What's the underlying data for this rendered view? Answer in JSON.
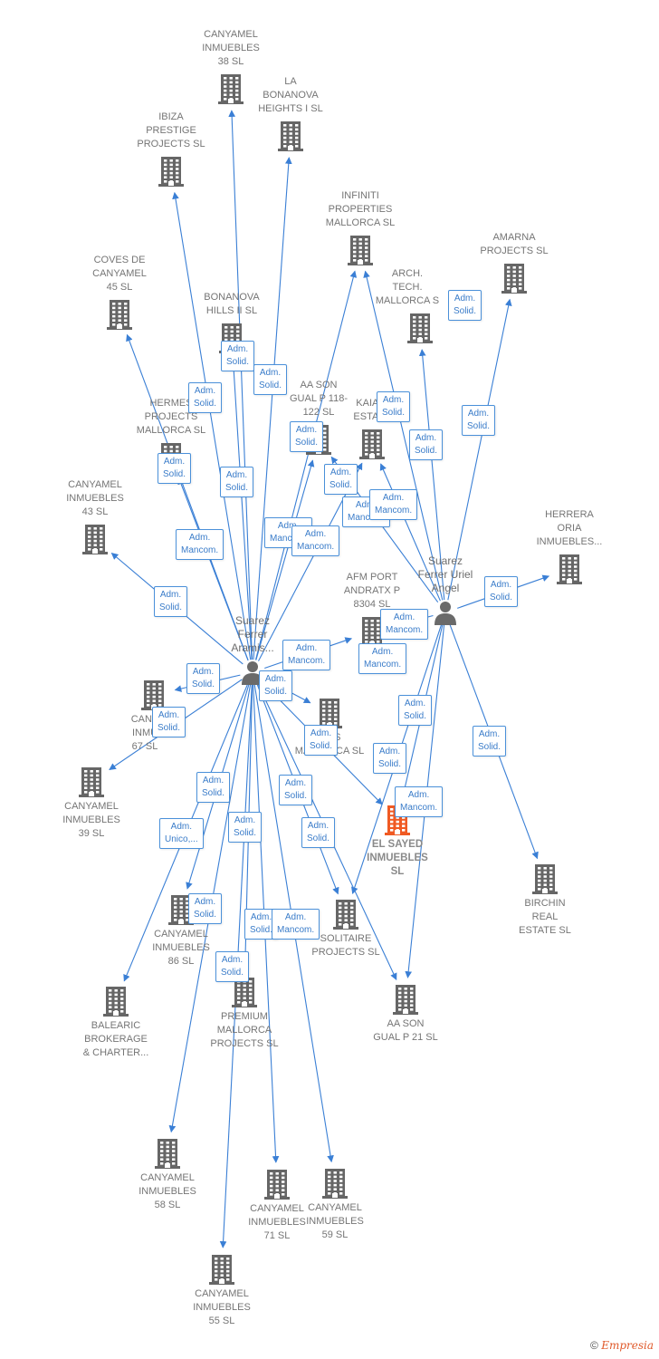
{
  "colors": {
    "edge": "#3a7fd5",
    "building": "#666666",
    "focus": "#f05a23",
    "person": "#6a6a6a",
    "badge_border": "#4a90d9"
  },
  "nodes": [
    {
      "id": "cay38",
      "type": "company",
      "label": "CANYAMEL\nINMUEBLES\n38 SL",
      "icon": "building-icon"
    },
    {
      "id": "bonanova1",
      "type": "company",
      "label": "LA\nBONANOVA\nHEIGHTS I  SL",
      "icon": "building-icon"
    },
    {
      "id": "ibiza",
      "type": "company",
      "label": "IBIZA\nPRESTIGE\nPROJECTS  SL",
      "icon": "building-icon"
    },
    {
      "id": "infiniti",
      "type": "company",
      "label": "INFINITI\nPROPERTIES\nMALLORCA  SL",
      "icon": "building-icon"
    },
    {
      "id": "amarna",
      "type": "company",
      "label": "AMARNA\nPROJECTS  SL",
      "icon": "building-icon"
    },
    {
      "id": "coves",
      "type": "company",
      "label": "COVES DE\nCANYAMEL\n45 SL",
      "icon": "building-icon"
    },
    {
      "id": "bonanova2",
      "type": "company",
      "label": "BONANOVA\nHILLS II  SL",
      "icon": "building-icon"
    },
    {
      "id": "arch",
      "type": "company",
      "label": "ARCH.\nTECH.\nMALLORCA S",
      "icon": "building-icon"
    },
    {
      "id": "aason118",
      "type": "company",
      "label": "AA SON\nGUAL P 118-\n122  SL",
      "icon": "building-icon"
    },
    {
      "id": "kaia",
      "type": "company",
      "label": "KAIA R\nESTATE",
      "icon": "building-icon"
    },
    {
      "id": "hermes",
      "type": "company",
      "label": "HERMES\nPROJECTS\nMALLORCA  SL",
      "icon": "building-icon"
    },
    {
      "id": "cay43",
      "type": "company",
      "label": "CANYAMEL\nINMUEBLES\n43 SL",
      "icon": "building-icon"
    },
    {
      "id": "herrera",
      "type": "company",
      "label": "HERRERA\nORIA\nINMUEBLES...",
      "icon": "building-icon"
    },
    {
      "id": "afm",
      "type": "company",
      "label": "AFM PORT\nANDRATX P\n8304  SL",
      "icon": "building-icon"
    },
    {
      "id": "cay67",
      "type": "company",
      "label": "CANY\nINMU\n67 SL",
      "icon": "building-icon"
    },
    {
      "id": "rpm",
      "type": "company",
      "label": "R      TS\nMALLORCA  SL",
      "icon": "building-icon"
    },
    {
      "id": "cay39",
      "type": "company",
      "label": "CANYAMEL\nINMUEBLES\n39 SL",
      "icon": "building-icon"
    },
    {
      "id": "elsayed",
      "type": "company",
      "label": "EL  SAYED\nINMUEBLES\nSL",
      "icon": "building-icon",
      "focus": true
    },
    {
      "id": "birchin",
      "type": "company",
      "label": "BIRCHIN\nREAL\nESTATE  SL",
      "icon": "building-icon"
    },
    {
      "id": "cay86",
      "type": "company",
      "label": "CANYAMEL\nINMUEBLES\n86 SL",
      "icon": "building-icon"
    },
    {
      "id": "solitaire",
      "type": "company",
      "label": "SOLITAIRE\nPROJECTS  SL",
      "icon": "building-icon"
    },
    {
      "id": "balearic",
      "type": "company",
      "label": "BALEARIC\nBROKERAGE\n& CHARTER...",
      "icon": "building-icon"
    },
    {
      "id": "premium",
      "type": "company",
      "label": "PREMIUM\nMALLORCA\nPROJECTS  SL",
      "icon": "building-icon"
    },
    {
      "id": "aason21",
      "type": "company",
      "label": "AA SON\nGUAL P 21  SL",
      "icon": "building-icon"
    },
    {
      "id": "cay58",
      "type": "company",
      "label": "CANYAMEL\nINMUEBLES\n58 SL",
      "icon": "building-icon"
    },
    {
      "id": "cay71",
      "type": "company",
      "label": "CANYAMEL\nINMUEBLES\n71 SL",
      "icon": "building-icon"
    },
    {
      "id": "cay59",
      "type": "company",
      "label": "CANYAMEL\nINMUEBLES\n59 SL",
      "icon": "building-icon"
    },
    {
      "id": "cay55",
      "type": "company",
      "label": "CANYAMEL\nINMUEBLES\n55 SL",
      "icon": "building-icon"
    },
    {
      "id": "aramis",
      "type": "person",
      "label": "Suarez\nFerrer\nAramis...",
      "icon": "person-icon"
    },
    {
      "id": "uriel",
      "type": "person",
      "label": "Suarez\nFerrer Uriel\nAngel",
      "icon": "person-icon"
    }
  ],
  "edges": [
    {
      "from": "aramis",
      "to": "cay38"
    },
    {
      "from": "aramis",
      "to": "bonanova1"
    },
    {
      "from": "aramis",
      "to": "ibiza"
    },
    {
      "from": "aramis",
      "to": "infiniti"
    },
    {
      "from": "aramis",
      "to": "coves"
    },
    {
      "from": "aramis",
      "to": "bonanova2"
    },
    {
      "from": "aramis",
      "to": "aason118"
    },
    {
      "from": "aramis",
      "to": "kaia"
    },
    {
      "from": "aramis",
      "to": "hermes"
    },
    {
      "from": "aramis",
      "to": "cay43"
    },
    {
      "from": "aramis",
      "to": "afm"
    },
    {
      "from": "aramis",
      "to": "cay67"
    },
    {
      "from": "aramis",
      "to": "cay39"
    },
    {
      "from": "aramis",
      "to": "cay86"
    },
    {
      "from": "aramis",
      "to": "solitaire"
    },
    {
      "from": "aramis",
      "to": "balearic"
    },
    {
      "from": "aramis",
      "to": "premium"
    },
    {
      "from": "aramis",
      "to": "aason21"
    },
    {
      "from": "aramis",
      "to": "cay58"
    },
    {
      "from": "aramis",
      "to": "cay71"
    },
    {
      "from": "aramis",
      "to": "cay59"
    },
    {
      "from": "aramis",
      "to": "cay55"
    },
    {
      "from": "aramis",
      "to": "elsayed"
    },
    {
      "from": "aramis",
      "to": "rpm"
    },
    {
      "from": "uriel",
      "to": "amarna"
    },
    {
      "from": "uriel",
      "to": "arch"
    },
    {
      "from": "uriel",
      "to": "infiniti"
    },
    {
      "from": "uriel",
      "to": "kaia"
    },
    {
      "from": "uriel",
      "to": "aason118"
    },
    {
      "from": "uriel",
      "to": "herrera"
    },
    {
      "from": "uriel",
      "to": "afm"
    },
    {
      "from": "uriel",
      "to": "elsayed"
    },
    {
      "from": "uriel",
      "to": "birchin"
    },
    {
      "from": "uriel",
      "to": "solitaire"
    },
    {
      "from": "uriel",
      "to": "aason21"
    }
  ],
  "badges": [
    {
      "text": "Adm.\nSolid."
    },
    {
      "text": "Adm.\nSolid."
    },
    {
      "text": "Adm.\nSolid."
    },
    {
      "text": "Adm.\nSolid."
    },
    {
      "text": "Adm.\nSolid."
    },
    {
      "text": "Adm.\nSolid."
    },
    {
      "text": "Adm.\nSolid."
    },
    {
      "text": "Adm.\nSolid."
    },
    {
      "text": "Adm.\nSolid."
    },
    {
      "text": "Adm.\nMancom."
    },
    {
      "text": "Adm.\nMancom."
    },
    {
      "text": "Adm.\nMancom."
    },
    {
      "text": "Adm.\nMancom."
    },
    {
      "text": "Adm.\nMancom."
    },
    {
      "text": "Adm.\nSolid."
    },
    {
      "text": "Adm.\nSolid."
    },
    {
      "text": "Adm.\nMancom."
    },
    {
      "text": "Adm.\nMancom."
    },
    {
      "text": "Adm.\nMancom."
    },
    {
      "text": "Adm.\nSolid."
    },
    {
      "text": "Adm.\nSolid."
    },
    {
      "text": "Adm.\nSolid."
    },
    {
      "text": "Adm.\nSolid."
    },
    {
      "text": "Adm.\nSolid."
    },
    {
      "text": "Adm.\nSolid."
    },
    {
      "text": "Adm.\nMancom."
    },
    {
      "text": "Adm.\nSolid."
    },
    {
      "text": "Adm.\nUnico,..."
    },
    {
      "text": "Adm.\nSolid."
    },
    {
      "text": "Adm.\nSolid."
    },
    {
      "text": "Adm.\nSolid."
    },
    {
      "text": "Adm.\nSolid."
    },
    {
      "text": "Adm.\nSolid."
    },
    {
      "text": "Adm.\nSolid."
    },
    {
      "text": "Adm.\nMancom."
    },
    {
      "text": "Adm.\nSolid."
    },
    {
      "text": "Adm.\nSolid."
    },
    {
      "text": "Adm.\nSolid."
    }
  ],
  "footer": {
    "copyright": "©",
    "brand": "Empresia"
  }
}
